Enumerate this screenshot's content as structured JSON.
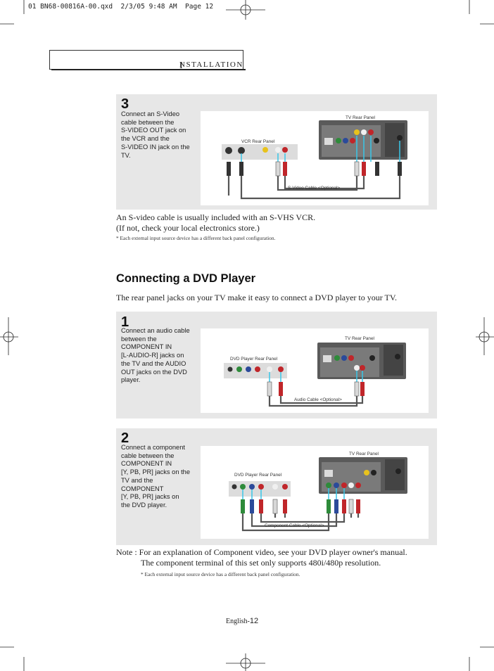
{
  "header": {
    "print_line": "01 BN68-00816A-00.qxd  2/3/05 9:48 AM  Page 12",
    "section_initial": "I",
    "section_rest": "NSTALLATION"
  },
  "step_vcr": {
    "number": "3",
    "lines": [
      "Connect an S-Video",
      "cable between the",
      "S-VIDEO OUT jack on",
      "the VCR and the",
      "S-VIDEO IN jack on the",
      "TV."
    ],
    "tv_label": "TV Rear Panel",
    "device_label": "VCR Rear Panel",
    "cable_label": "S-Video Cable <Optional>"
  },
  "vcr_notes": {
    "line1": "An S-video cable is usually included with an S-VHS VCR.",
    "line2": "(If not, check your local electronics store.)",
    "footnote": "* Each external input source device has a different back panel configuration."
  },
  "dvd_section": {
    "heading": "Connecting a DVD Player",
    "intro": "The rear panel jacks on your TV make it easy to connect a DVD player to your TV."
  },
  "step_dvd1": {
    "number": "1",
    "lines": [
      "Connect an audio cable",
      "between the",
      "COMPONENT IN",
      "[L-AUDIO-R] jacks on",
      "the TV and the AUDIO",
      "OUT jacks on the DVD",
      "player."
    ],
    "tv_label": "TV Rear Panel",
    "device_label": "DVD Player Rear Panel",
    "cable_label": "Audio Cable <Optional>"
  },
  "step_dvd2": {
    "number": "2",
    "lines": [
      "Connect a component",
      "cable between the",
      "COMPONENT IN",
      "[Y, PB, PR] jacks on the",
      "TV and the",
      "COMPONENT",
      "[Y, PB, PR] jacks on",
      "the DVD player."
    ],
    "tv_label": "TV Rear Panel",
    "device_label": "DVD Player Rear Panel",
    "cable_label": "Component Cable <Optional>"
  },
  "bottom_note": {
    "line1": "Note : For an explanation of Component video, see your DVD player owner's manual.",
    "line2": "The component terminal of this set only supports 480i/480p resolution.",
    "footnote": "* Each external input source device has a different back panel configuration."
  },
  "footer": {
    "prefix": "English-",
    "number": "12"
  },
  "colors": {
    "panel_gray": "#e7e7e7",
    "cable_gray": "#555555",
    "video_yellow": "#e8c21c",
    "audio_red": "#c0262a",
    "component_green": "#2e8b3a",
    "component_blue": "#2b4a9a",
    "highlight_cyan": "#39c6e8"
  }
}
